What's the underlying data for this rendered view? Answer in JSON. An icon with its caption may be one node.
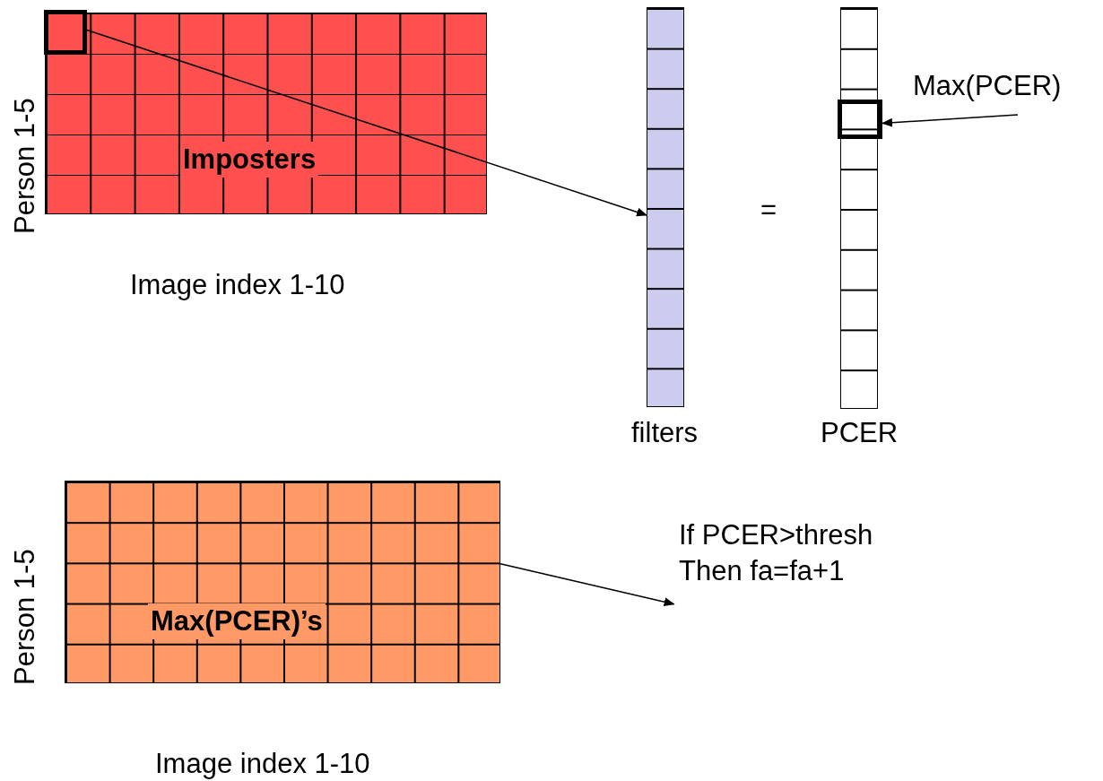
{
  "diagram": {
    "nodes": [
      {
        "text": [
          "Imposters"
        ],
        "beside": [
          "Person 1-5",
          "Image index 1-10"
        ]
      },
      {
        "text": [],
        "shape": "box",
        "in": 0
      },
      {
        "text": [],
        "shape": "bar",
        "beside": [
          "filters"
        ]
      },
      {
        "text": [],
        "shape": "bar",
        "beside": [
          "PCER"
        ]
      },
      {
        "text": [],
        "shape": "box",
        "in": 3
      },
      {
        "text": [
          "Max(PCER)"
        ]
      },
      {
        "text": [
          "Max(PCER)’s"
        ],
        "beside": [
          "Person 1-5",
          "Image index 1-10"
        ]
      },
      {
        "text": [
          "If PCER>thresh Then fa=fa+1"
        ]
      }
    ],
    "edges": [
      {
        "from": 1,
        "to": 2,
        "arrow": "to"
      },
      {
        "from": 5,
        "to": 4,
        "arrow": "to"
      },
      {
        "from": 6,
        "to": 7,
        "arrow": "to"
      }
    ],
    "labels": [
      "="
    ]
  }
}
